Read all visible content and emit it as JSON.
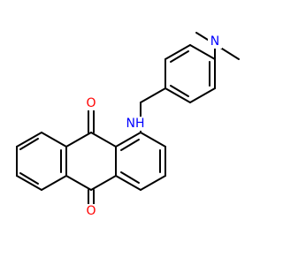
{
  "molecule": {
    "atoms": [
      {
        "id": "O1",
        "label": "O",
        "color": "#ff0000"
      },
      {
        "id": "O2",
        "label": "O",
        "color": "#ff0000"
      },
      {
        "id": "NH",
        "label": "NH",
        "color": "#0000ff"
      },
      {
        "id": "NMe2",
        "label": "N",
        "color": "#0000ff"
      }
    ],
    "bond_color": "#000000"
  }
}
